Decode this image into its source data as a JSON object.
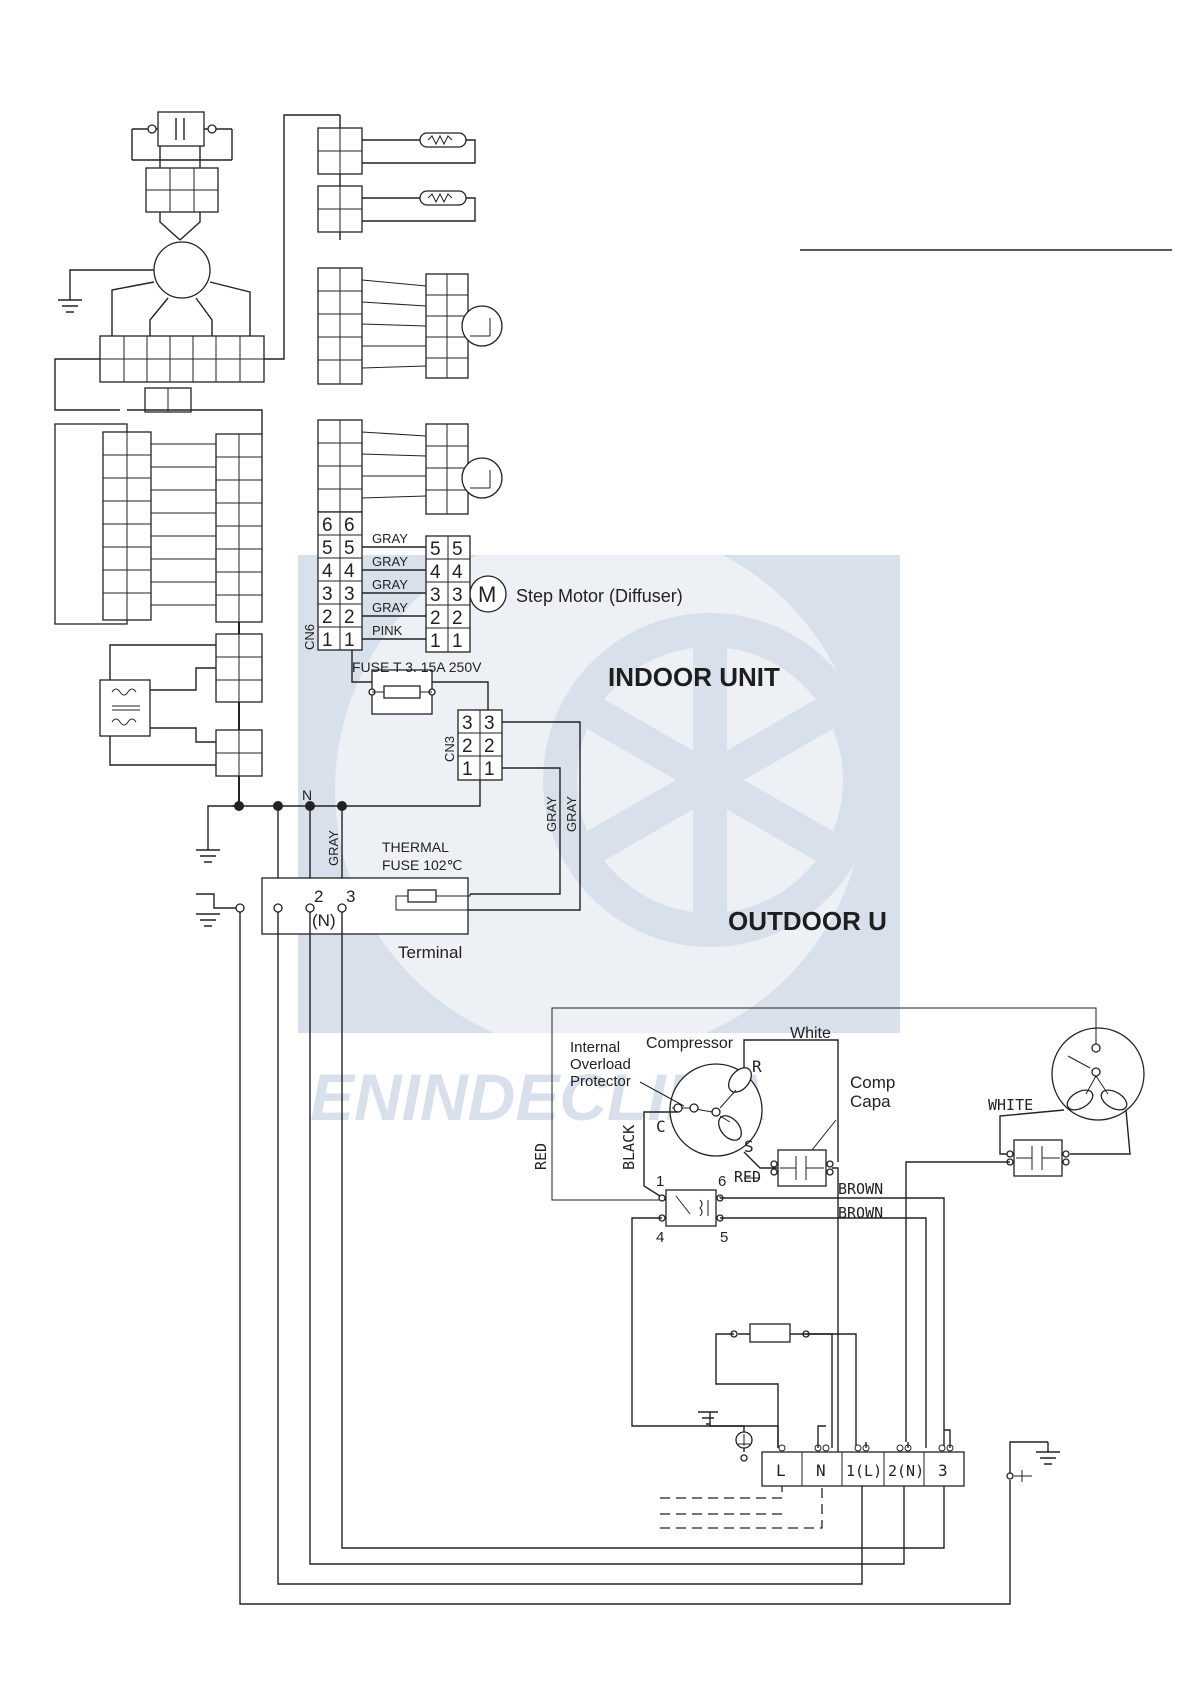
{
  "watermark": {
    "brand_text": "ENINDECLIMA",
    "color": "#b9c8dc"
  },
  "labels": {
    "gray": "GRAY",
    "pink": "PINK",
    "step_motor": "Step Motor (Diffuser)",
    "motor_symbol": "M",
    "cn6": "CN6",
    "cn3": "CN3",
    "fuse": "FUSE T  3. 15A  250V",
    "indoor_unit": "INDOOR UNIT",
    "outdoor_unit": "OUTDOOR U",
    "node_n": "N",
    "thermal_fuse_line1": "THERMAL",
    "thermal_fuse_line2": "FUSE 102℃",
    "terminal": "Terminal",
    "term_2": "2",
    "term_n": "(N)",
    "term_3": "3",
    "compressor": "Compressor",
    "internal_line1": "Internal",
    "internal_line2": "Overload",
    "internal_line3": "Protector",
    "white": "White",
    "comp_line1": "Comp",
    "comp_line2": "Capa",
    "coil_r": "R",
    "coil_c": "C",
    "coil_s": "S",
    "red": "RED",
    "black": "BLACK",
    "brown": "BROWN",
    "white_upper": "WHITE",
    "relay_1": "1",
    "relay_6": "6",
    "relay_4": "4",
    "relay_5": "5",
    "tb_l": "L",
    "tb_n": "N",
    "tb_1l": "1(L)",
    "tb_2n": "2(N)",
    "tb_3": "3"
  },
  "connector_pins": {
    "cn6_left": [
      "6",
      "5",
      "4",
      "3",
      "2",
      "1"
    ],
    "cn6_right": [
      "6",
      "5",
      "4",
      "3",
      "2",
      "1"
    ],
    "motor_left": [
      "5",
      "4",
      "3",
      "2",
      "1"
    ],
    "motor_right": [
      "5",
      "4",
      "3",
      "2",
      "1"
    ],
    "cn3_left": [
      "3",
      "2",
      "1"
    ],
    "cn3_right": [
      "3",
      "2",
      "1"
    ]
  },
  "wire_colors": [
    "GRAY",
    "GRAY",
    "GRAY",
    "GRAY",
    "PINK"
  ]
}
